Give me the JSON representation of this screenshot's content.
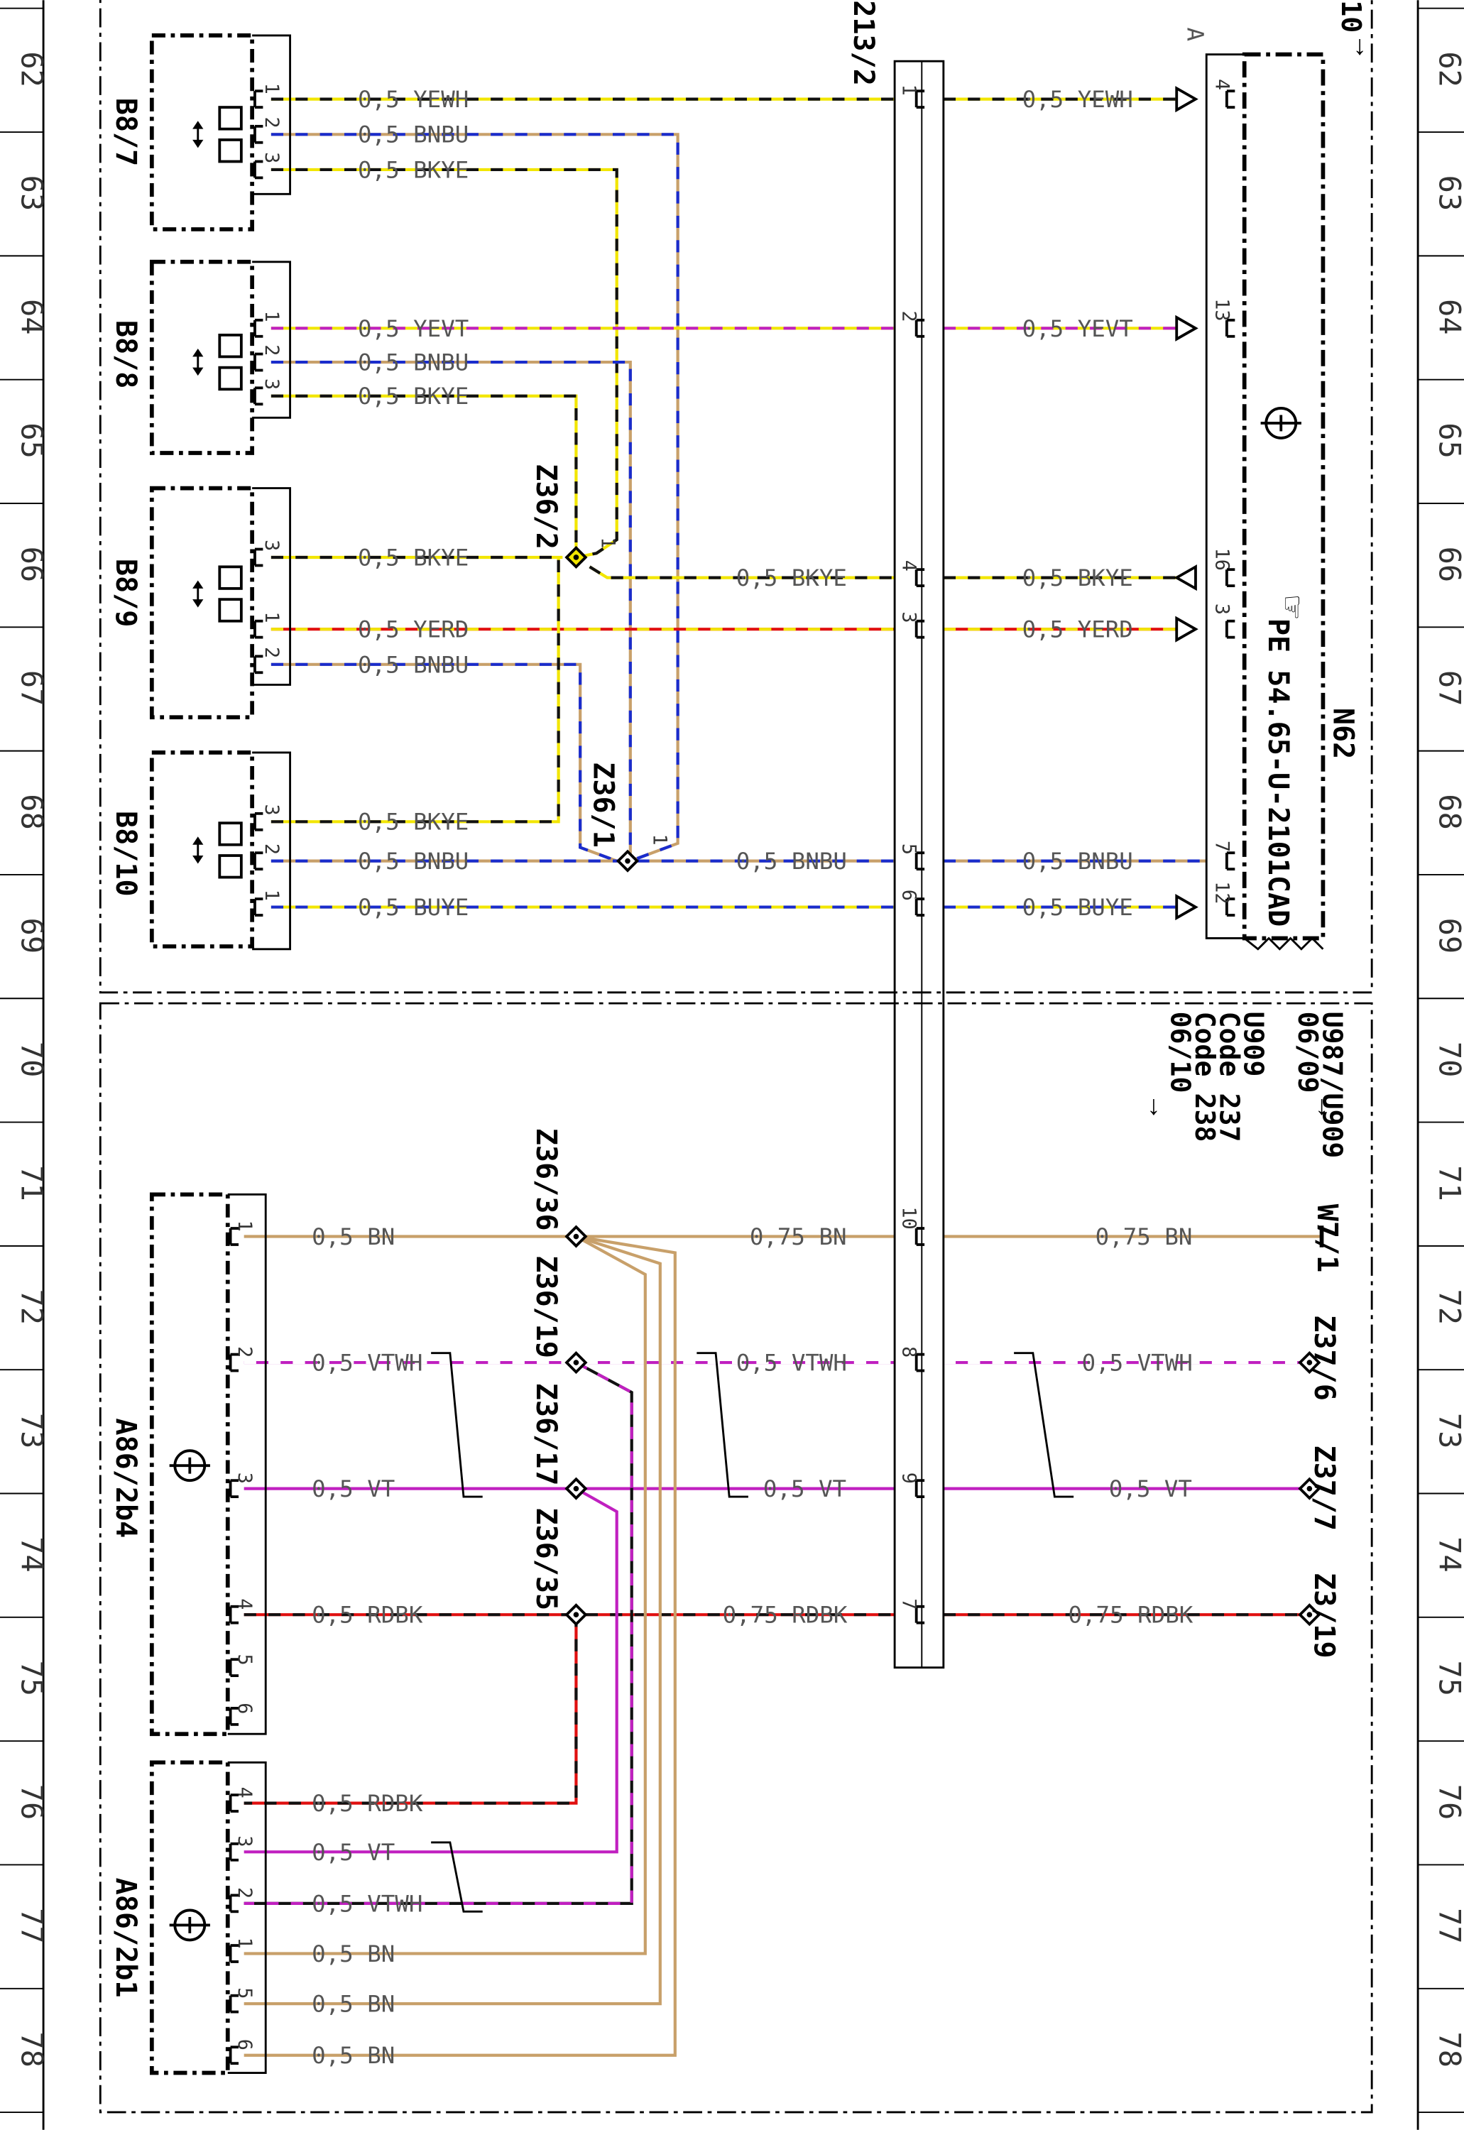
{
  "grid_numbers": [
    "62",
    "63",
    "64",
    "65",
    "66",
    "67",
    "68",
    "69",
    "70",
    "71",
    "72",
    "73",
    "74",
    "75",
    "76",
    "77",
    "78"
  ],
  "components": {
    "b8_7": "B8/7",
    "b8_8": "B8/8",
    "b8_9": "B8/9",
    "b8_10": "B8/10",
    "a86_2b4": "A86/2b4",
    "a86_2b1": "A86/2b1",
    "n62": "N62",
    "n62_ref": "PE 54.65-U-2101CAD",
    "x213_2": "213/2",
    "w7_1": "W7/1",
    "z37_6": "Z37/6",
    "z37_7": "Z37/7",
    "z3_19": "Z3/19",
    "conn_a": "A"
  },
  "splices": {
    "z36_2": "Z36/2",
    "z36_1": "Z36/1",
    "z36_36": "Z36/36",
    "z36_19": "Z36/19",
    "z36_17": "Z36/17",
    "z36_35": "Z36/35"
  },
  "notes": {
    "top_right": "10",
    "code_l1": "U987/U909",
    "code_l2": "06/09",
    "code_l3": "U909",
    "code_l4": "Code 237",
    "code_l5": "Code 238",
    "code_l6": "06/10"
  },
  "wires": {
    "w1": "0,5 YEWH",
    "w1b": "0,5 YEWH",
    "w2": "0,5 BNBU",
    "w3": "0,5 BKYE",
    "w4": "0,5 YEVT",
    "w4b": "0,5 YEVT",
    "w5": "0,5 BNBU",
    "w6": "0,5 BKYE",
    "w7": "0,5 BKYE",
    "w7b": "0,5 BKYE",
    "w7c": "0,5 BKYE",
    "w8": "0,5 YERD",
    "w8b": "0,5 YERD",
    "w9": "0,5 BNBU",
    "w10": "0,5 BKYE",
    "w11": "0,5 BNBU",
    "w11b": "0,5 BNBU",
    "w11c": "0,5 BNBU",
    "w12": "0,5 BUYE",
    "w12b": "0,5 BUYE",
    "l1": "0,5 BN",
    "l1b": "0,75 BN",
    "l1c": "0,75 BN",
    "l2": "0,5 VTWH",
    "l2b": "0,5 VTWH",
    "l2c": "0,5 VTWH",
    "l3": "0,5 VT",
    "l3b": "0,5 VT",
    "l3c": "0,5 VT",
    "l4": "0,5 RDBK",
    "l4b": "0,75 RDBK",
    "l4c": "0,75 RDBK",
    "m1": "0,5 RDBK",
    "m2": "0,5 VT",
    "m3": "0,5 VTWH",
    "m4": "0,5 BN",
    "m5": "0,5 BN",
    "m6": "0,5 BN"
  },
  "colors": {
    "yellow": "#f2e600",
    "brown": "#c8a06a",
    "blue": "#1a2ccc",
    "black": "#111111",
    "red": "#e01010",
    "violet": "#c020c0",
    "white": "#ffffff"
  }
}
